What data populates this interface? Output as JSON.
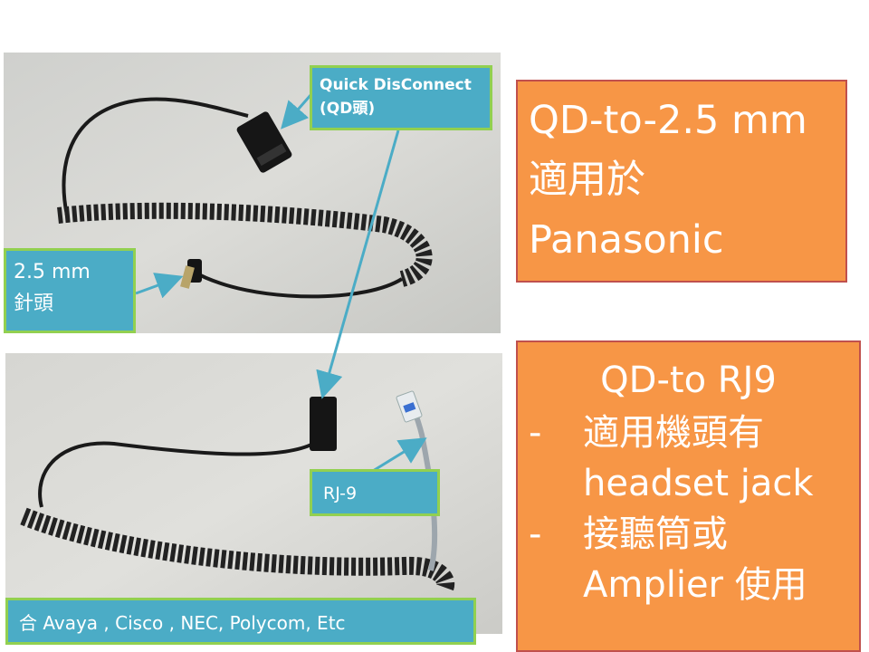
{
  "callouts": {
    "qd_line1": "Quick DisConnect",
    "qd_line2": "(QD頭)",
    "jack_line1": "2.5 mm",
    "jack_line2": "針頭",
    "rj9": "RJ-9",
    "compat": "合 Avaya , Cisco , NEC, Polycom, Etc"
  },
  "box_panasonic": {
    "line1": "QD-to-2.5 mm",
    "line2": "適用於",
    "line3": "Panasonic"
  },
  "box_rj9": {
    "heading": "QD-to RJ9",
    "bullet1_dash": "-",
    "bullet1_line1": "適用機頭有",
    "bullet1_line2": "headset jack",
    "bullet2_dash": "-",
    "bullet2_line1": "接聽筒或",
    "bullet2_line2": "Amplier 使用"
  },
  "colors": {
    "callout_fill": "#4bacc6",
    "callout_border": "#92d050",
    "box_fill": "#f79646",
    "box_border": "#c0504d",
    "arrow": "#4bacc6"
  }
}
